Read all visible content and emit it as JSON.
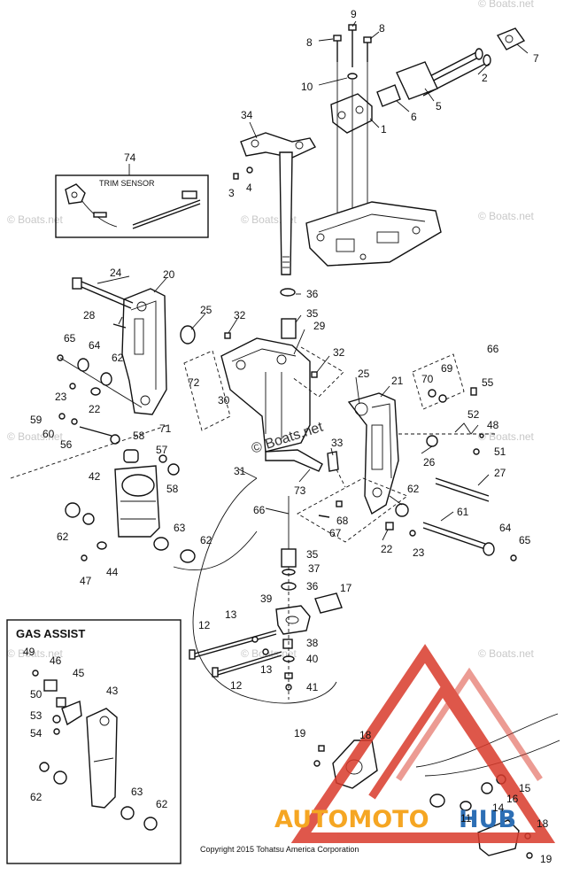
{
  "diagram": {
    "boxes": {
      "trim_sensor_title": "TRIM SENSOR",
      "gas_assist_title": "GAS ASSIST"
    },
    "watermark": "© Boats.net",
    "center_watermark": "© Boats.net",
    "copyright": "Copyright 2015 Tohatsu America Corporation",
    "logo": {
      "part1": "AUTOMOTO",
      "part2": "HUB",
      "color1": "#f5a623",
      "color2": "#2d6fb5",
      "triangle_color": "#d93a2b"
    },
    "callouts": [
      {
        "id": "c1",
        "text": "1"
      },
      {
        "id": "c2",
        "text": "2"
      },
      {
        "id": "c3",
        "text": "3"
      },
      {
        "id": "c4",
        "text": "4"
      },
      {
        "id": "c5",
        "text": "5"
      },
      {
        "id": "c6",
        "text": "6"
      },
      {
        "id": "c7",
        "text": "7"
      },
      {
        "id": "c8a",
        "text": "8"
      },
      {
        "id": "c8b",
        "text": "8"
      },
      {
        "id": "c9",
        "text": "9"
      },
      {
        "id": "c10",
        "text": "10"
      },
      {
        "id": "c11",
        "text": "11"
      },
      {
        "id": "c12a",
        "text": "12"
      },
      {
        "id": "c12b",
        "text": "12"
      },
      {
        "id": "c13a",
        "text": "13"
      },
      {
        "id": "c13b",
        "text": "13"
      },
      {
        "id": "c14",
        "text": "14"
      },
      {
        "id": "c15",
        "text": "15"
      },
      {
        "id": "c16",
        "text": "16"
      },
      {
        "id": "c17",
        "text": "17"
      },
      {
        "id": "c18a",
        "text": "18"
      },
      {
        "id": "c18b",
        "text": "18"
      },
      {
        "id": "c19a",
        "text": "19"
      },
      {
        "id": "c19b",
        "text": "19"
      },
      {
        "id": "c20",
        "text": "20"
      },
      {
        "id": "c21",
        "text": "21"
      },
      {
        "id": "c22a",
        "text": "22"
      },
      {
        "id": "c22b",
        "text": "22"
      },
      {
        "id": "c23a",
        "text": "23"
      },
      {
        "id": "c23b",
        "text": "23"
      },
      {
        "id": "c24",
        "text": "24"
      },
      {
        "id": "c25a",
        "text": "25"
      },
      {
        "id": "c25b",
        "text": "25"
      },
      {
        "id": "c26",
        "text": "26"
      },
      {
        "id": "c27",
        "text": "27"
      },
      {
        "id": "c28",
        "text": "28"
      },
      {
        "id": "c29",
        "text": "29"
      },
      {
        "id": "c30",
        "text": "30"
      },
      {
        "id": "c31",
        "text": "31"
      },
      {
        "id": "c32a",
        "text": "32"
      },
      {
        "id": "c32b",
        "text": "32"
      },
      {
        "id": "c33",
        "text": "33"
      },
      {
        "id": "c34",
        "text": "34"
      },
      {
        "id": "c35a",
        "text": "35"
      },
      {
        "id": "c35b",
        "text": "35"
      },
      {
        "id": "c36a",
        "text": "36"
      },
      {
        "id": "c36b",
        "text": "36"
      },
      {
        "id": "c37",
        "text": "37"
      },
      {
        "id": "c38",
        "text": "38"
      },
      {
        "id": "c39",
        "text": "39"
      },
      {
        "id": "c40",
        "text": "40"
      },
      {
        "id": "c41",
        "text": "41"
      },
      {
        "id": "c42",
        "text": "42"
      },
      {
        "id": "c43",
        "text": "43"
      },
      {
        "id": "c44",
        "text": "44"
      },
      {
        "id": "c45",
        "text": "45"
      },
      {
        "id": "c46",
        "text": "46"
      },
      {
        "id": "c47",
        "text": "47"
      },
      {
        "id": "c48",
        "text": "48"
      },
      {
        "id": "c49",
        "text": "49"
      },
      {
        "id": "c50",
        "text": "50"
      },
      {
        "id": "c51",
        "text": "51"
      },
      {
        "id": "c52",
        "text": "52"
      },
      {
        "id": "c53",
        "text": "53"
      },
      {
        "id": "c54",
        "text": "54"
      },
      {
        "id": "c55",
        "text": "55"
      },
      {
        "id": "c56",
        "text": "56"
      },
      {
        "id": "c57",
        "text": "57"
      },
      {
        "id": "c58a",
        "text": "58"
      },
      {
        "id": "c58b",
        "text": "58"
      },
      {
        "id": "c59",
        "text": "59"
      },
      {
        "id": "c60",
        "text": "60"
      },
      {
        "id": "c61",
        "text": "61"
      },
      {
        "id": "c62a",
        "text": "62"
      },
      {
        "id": "c62b",
        "text": "62"
      },
      {
        "id": "c62c",
        "text": "62"
      },
      {
        "id": "c62d",
        "text": "62"
      },
      {
        "id": "c62e",
        "text": "62"
      },
      {
        "id": "c62f",
        "text": "62"
      },
      {
        "id": "c63a",
        "text": "63"
      },
      {
        "id": "c63b",
        "text": "63"
      },
      {
        "id": "c64a",
        "text": "64"
      },
      {
        "id": "c64b",
        "text": "64"
      },
      {
        "id": "c65a",
        "text": "65"
      },
      {
        "id": "c65b",
        "text": "65"
      },
      {
        "id": "c66a",
        "text": "66"
      },
      {
        "id": "c66b",
        "text": "66"
      },
      {
        "id": "c67",
        "text": "67"
      },
      {
        "id": "c68",
        "text": "68"
      },
      {
        "id": "c69",
        "text": "69"
      },
      {
        "id": "c70",
        "text": "70"
      },
      {
        "id": "c71",
        "text": "71"
      },
      {
        "id": "c72",
        "text": "72"
      },
      {
        "id": "c73",
        "text": "73"
      },
      {
        "id": "c74",
        "text": "74"
      }
    ]
  }
}
